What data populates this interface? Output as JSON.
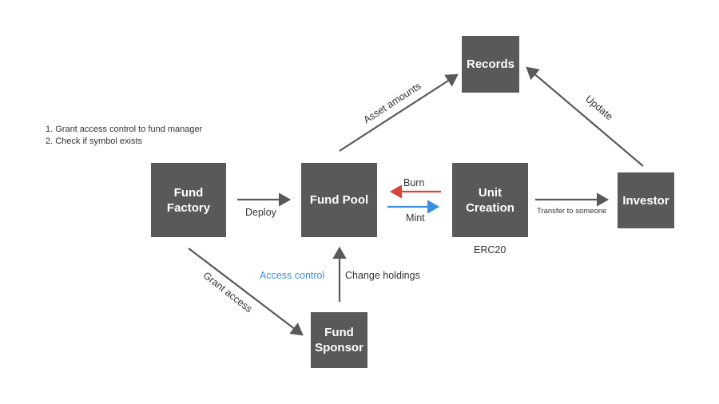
{
  "notes": [
    "1.  Grant access control to fund manager",
    "2.  Check if symbol exists"
  ],
  "nodes": {
    "records": "Records",
    "fund_factory": "Fund\nFactory",
    "fund_pool": "Fund Pool",
    "unit_creation": "Unit\nCreation",
    "investor": "Investor",
    "fund_sponsor": "Fund\nSponsor"
  },
  "node_caption": {
    "erc20": "ERC20"
  },
  "edge_labels": {
    "asset_amounts": "Asset amounts",
    "update": "Update",
    "deploy": "Deploy",
    "burn": "Burn",
    "mint": "Mint",
    "transfer": "Transfer to someone",
    "grant_access": "Grant access",
    "access_control": "Access control",
    "change_holdings": "Change holdings"
  },
  "colors": {
    "node": "#595959",
    "arrow": "#595959",
    "burn": "#d9443a",
    "mint": "#3a8fdc",
    "access_control": "#3a8fdc"
  }
}
